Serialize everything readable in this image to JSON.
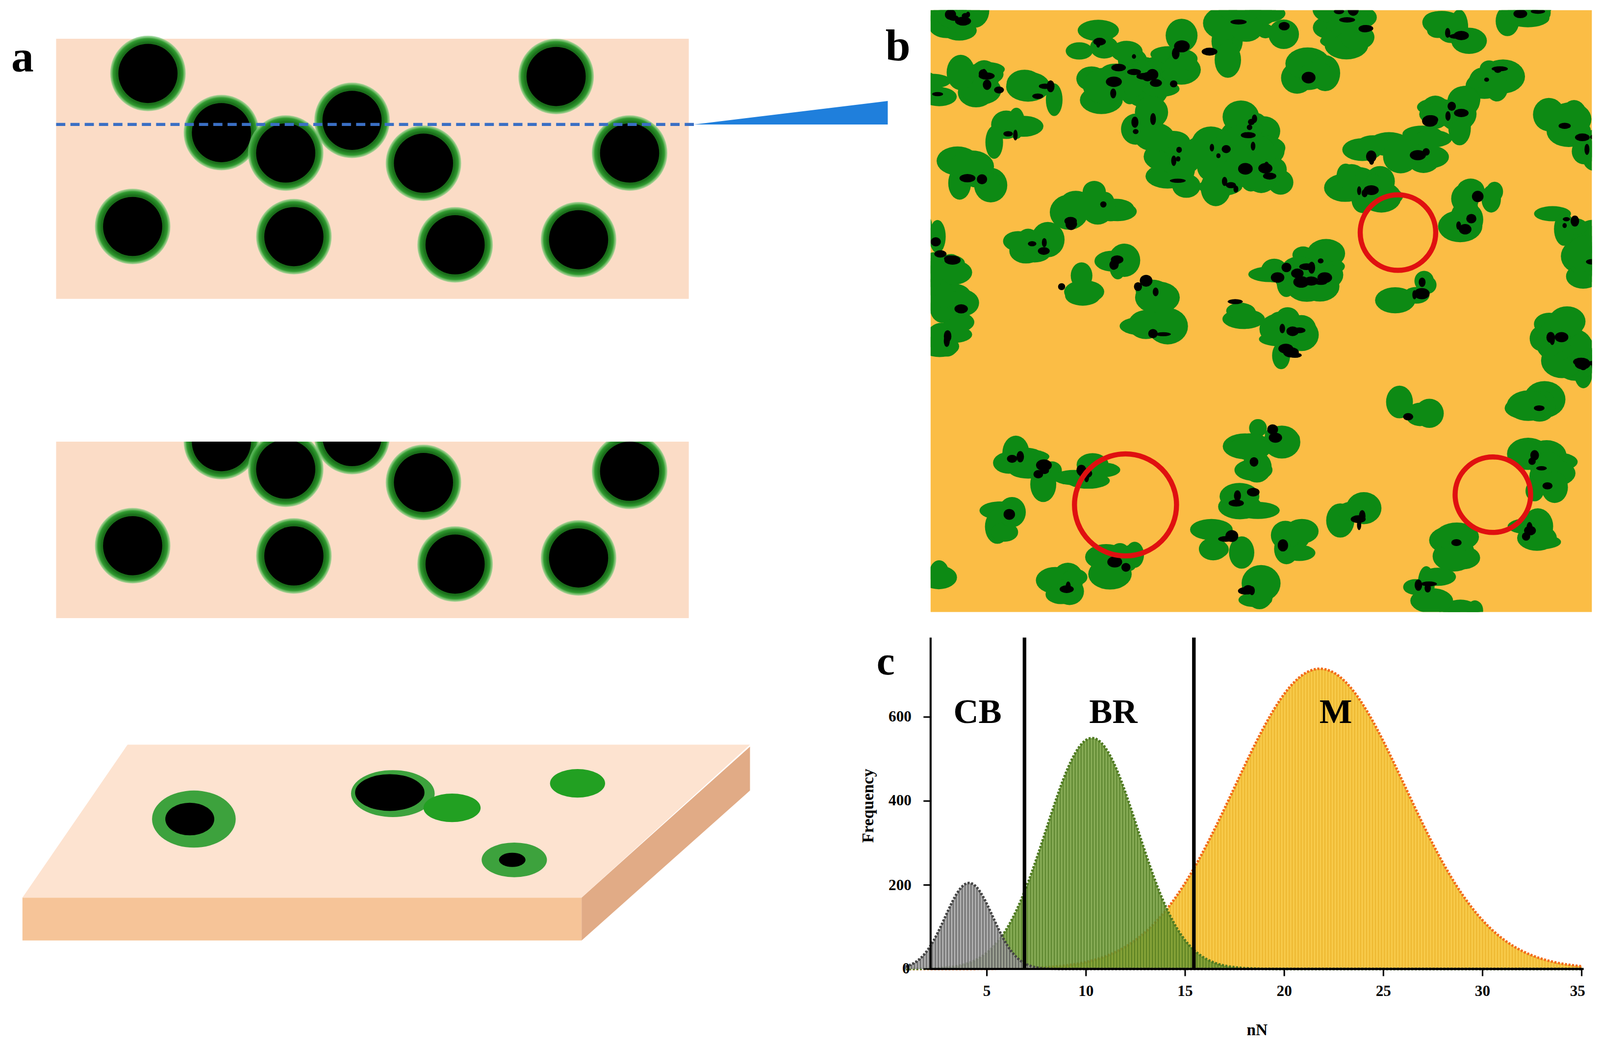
{
  "diagram": {
    "labels": [
      "a",
      "b",
      "c",
      "CB",
      "BR",
      "M",
      "0",
      "200",
      "400",
      "600",
      "5",
      "10",
      "15",
      "20",
      "25",
      "30",
      "35",
      "Frequency",
      "nN"
    ]
  }
}
